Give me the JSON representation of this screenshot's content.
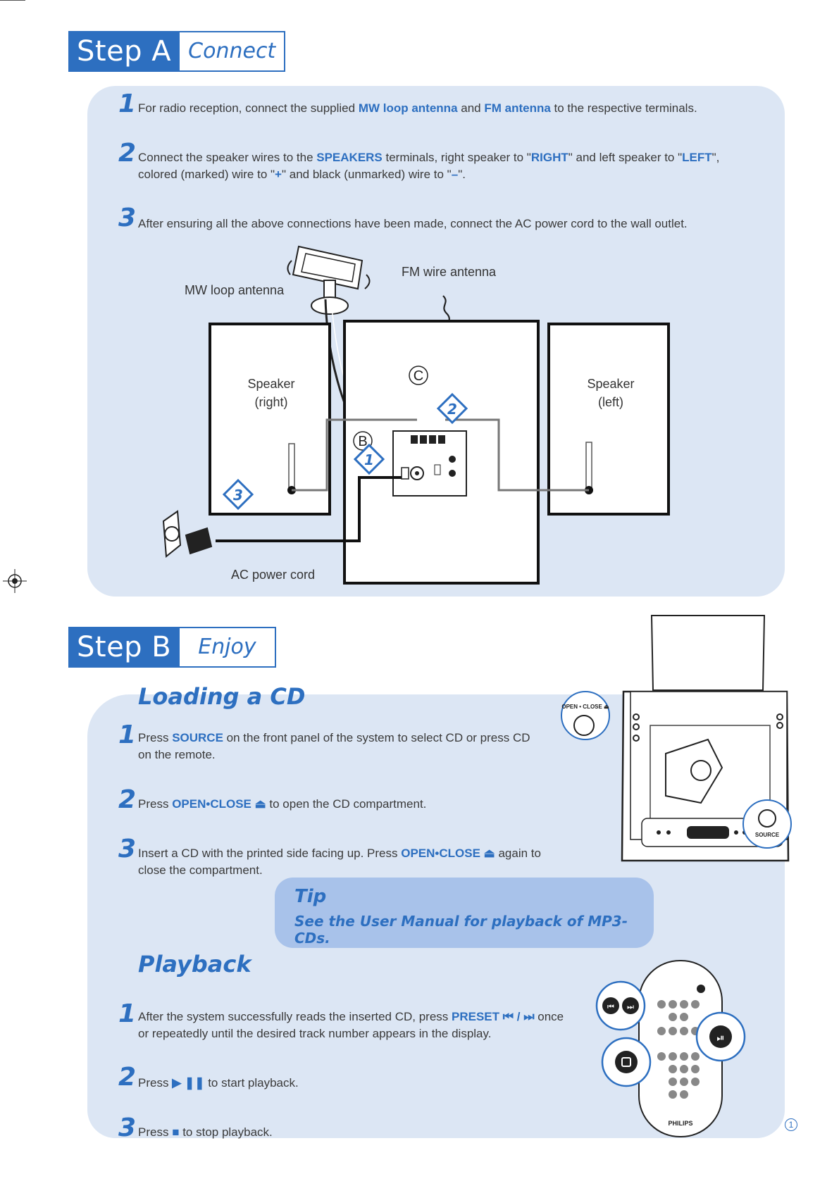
{
  "step_a": {
    "step_label": "Step A",
    "subtitle": "Connect",
    "instructions": [
      {
        "num": "1",
        "parts": [
          {
            "t": "For radio reception, connect the supplied "
          },
          {
            "t": "MW loop antenna",
            "b": true
          },
          {
            "t": " and "
          },
          {
            "t": "FM antenna",
            "b": true
          },
          {
            "t": " to the respective terminals."
          }
        ]
      },
      {
        "num": "2",
        "parts": [
          {
            "t": "Connect the speaker wires to the "
          },
          {
            "t": "SPEAKERS",
            "b": true
          },
          {
            "t": " terminals, right speaker to \""
          },
          {
            "t": "RIGHT",
            "b": true
          },
          {
            "t": "\" and left speaker to \""
          },
          {
            "t": "LEFT",
            "b": true
          },
          {
            "t": "\", colored (marked) wire to \""
          },
          {
            "t": "+",
            "b": true
          },
          {
            "t": "\" and black (unmarked) wire to \""
          },
          {
            "t": "–",
            "b": true
          },
          {
            "t": "\"."
          }
        ]
      },
      {
        "num": "3",
        "parts": [
          {
            "t": "After ensuring all the above connections have been made, connect the AC power cord to the wall outlet."
          }
        ]
      }
    ],
    "diagram": {
      "mw_label": "MW loop antenna",
      "fm_label": "FM wire antenna",
      "speaker_right": "Speaker\n(right)",
      "speaker_left": "Speaker\n(left)",
      "ac_label": "AC power cord",
      "marker_b": "B",
      "marker_c": "C",
      "badge_1": "1",
      "badge_2": "2",
      "badge_3": "3"
    }
  },
  "step_b": {
    "step_label": "Step B",
    "subtitle": "Enjoy",
    "loading_title": "Loading a CD",
    "loading_instructions": [
      {
        "num": "1",
        "parts": [
          {
            "t": "Press "
          },
          {
            "t": "SOURCE",
            "b": true
          },
          {
            "t": " on the front panel of the system to select CD or press CD on the remote."
          }
        ]
      },
      {
        "num": "2",
        "parts": [
          {
            "t": "Press "
          },
          {
            "t": "OPEN•CLOSE ⏏",
            "b": true
          },
          {
            "t": "  to open the CD compartment."
          }
        ]
      },
      {
        "num": "3",
        "parts": [
          {
            "t": "Insert a CD with the printed side facing up. Press "
          },
          {
            "t": "OPEN•CLOSE ⏏",
            "b": true
          },
          {
            "t": "  again to close the compartment."
          }
        ]
      }
    ],
    "tip_title": "Tip",
    "tip_text": "See the User Manual for playback of MP3-CDs.",
    "playback_title": "Playback",
    "playback_instructions": [
      {
        "num": "1",
        "parts": [
          {
            "t": "After the system successfully reads the inserted CD, press "
          },
          {
            "t": "PRESET ⏮ / ⏭",
            "b": true
          },
          {
            "t": "  once or repeatedly until the desired track number appears in the display."
          }
        ]
      },
      {
        "num": "2",
        "parts": [
          {
            "t": "Press  "
          },
          {
            "t": "▶ ❚❚",
            "b": true
          },
          {
            "t": "  to start playback."
          }
        ]
      },
      {
        "num": "3",
        "parts": [
          {
            "t": "Press "
          },
          {
            "t": "■",
            "b": true
          },
          {
            "t": "  to stop playback."
          }
        ]
      }
    ],
    "device_labels": {
      "open_close": "OPEN • CLOSE ⏏",
      "source": "SOURCE",
      "brand": "PHILIPS"
    }
  },
  "page_number": "1",
  "colors": {
    "accent": "#2d6fc0",
    "panel": "#dce6f4",
    "tip": "#a8c2ea"
  }
}
